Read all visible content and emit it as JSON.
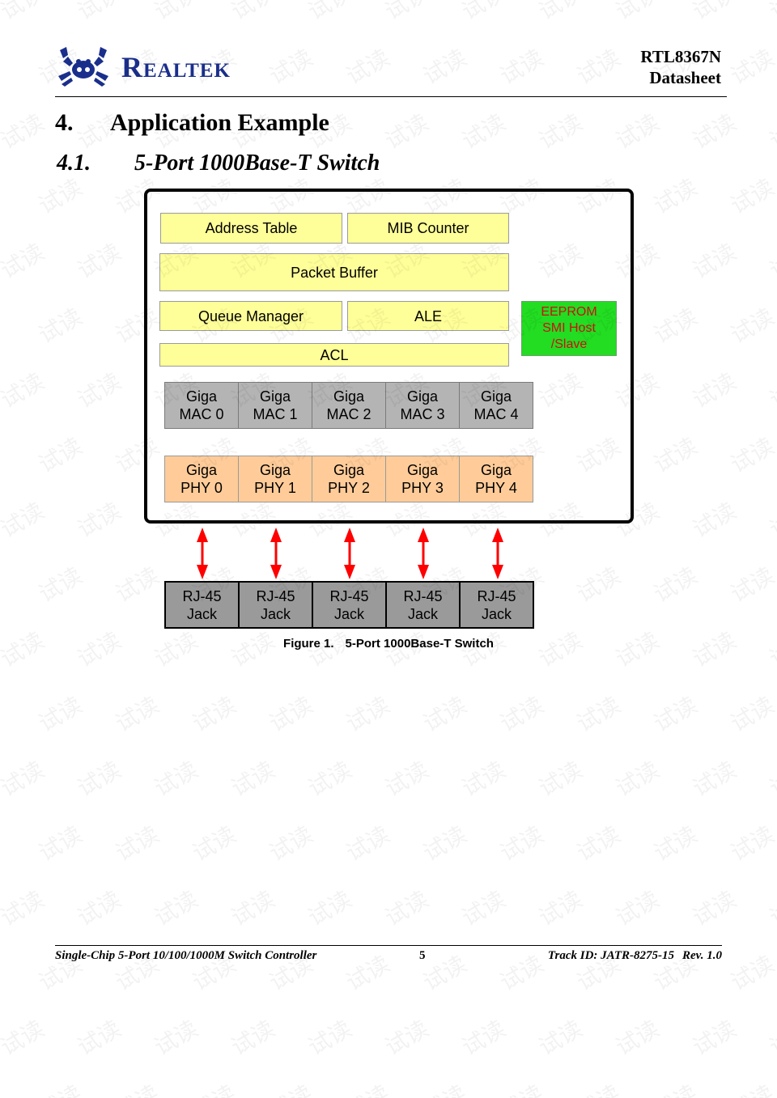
{
  "header": {
    "brand": "Realtek",
    "product": "RTL8367N",
    "doc_type": "Datasheet"
  },
  "section": {
    "number": "4.",
    "title": "Application Example"
  },
  "subsection": {
    "number": "4.1.",
    "title": "5-Port 1000Base-T Switch"
  },
  "diagram": {
    "blocks": {
      "address_table": "Address Table",
      "mib_counter": "MIB Counter",
      "packet_buffer": "Packet Buffer",
      "queue_manager": "Queue Manager",
      "ale": "ALE",
      "acl": "ACL",
      "eeprom": [
        "EEPROM",
        "SMI Host",
        "/Slave"
      ]
    },
    "macs": [
      [
        "Giga",
        "MAC 0"
      ],
      [
        "Giga",
        "MAC 1"
      ],
      [
        "Giga",
        "MAC 2"
      ],
      [
        "Giga",
        "MAC 3"
      ],
      [
        "Giga",
        "MAC 4"
      ]
    ],
    "phys": [
      [
        "Giga",
        "PHY 0"
      ],
      [
        "Giga",
        "PHY 1"
      ],
      [
        "Giga",
        "PHY 2"
      ],
      [
        "Giga",
        "PHY 3"
      ],
      [
        "Giga",
        "PHY 4"
      ]
    ],
    "jacks": [
      [
        "RJ-45",
        "Jack"
      ],
      [
        "RJ-45",
        "Jack"
      ],
      [
        "RJ-45",
        "Jack"
      ],
      [
        "RJ-45",
        "Jack"
      ],
      [
        "RJ-45",
        "Jack"
      ]
    ],
    "colors": {
      "memory_blocks": "#ffff99",
      "eeprom_block": "#22dd22",
      "eeprom_text": "#cc1111",
      "mac_blocks": "#b4b4b4",
      "phy_blocks": "#ffcc99",
      "jack_blocks": "#9a9a9a",
      "arrows": "#ff0000"
    }
  },
  "caption": {
    "label": "Figure 1.",
    "title": "5-Port 1000Base-T Switch"
  },
  "footer": {
    "left": "Single-Chip 5-Port 10/100/1000M Switch Controller",
    "page": "5",
    "track": "Track ID: JATR-8275-15",
    "rev": "Rev. 1.0"
  },
  "watermark": "试读"
}
